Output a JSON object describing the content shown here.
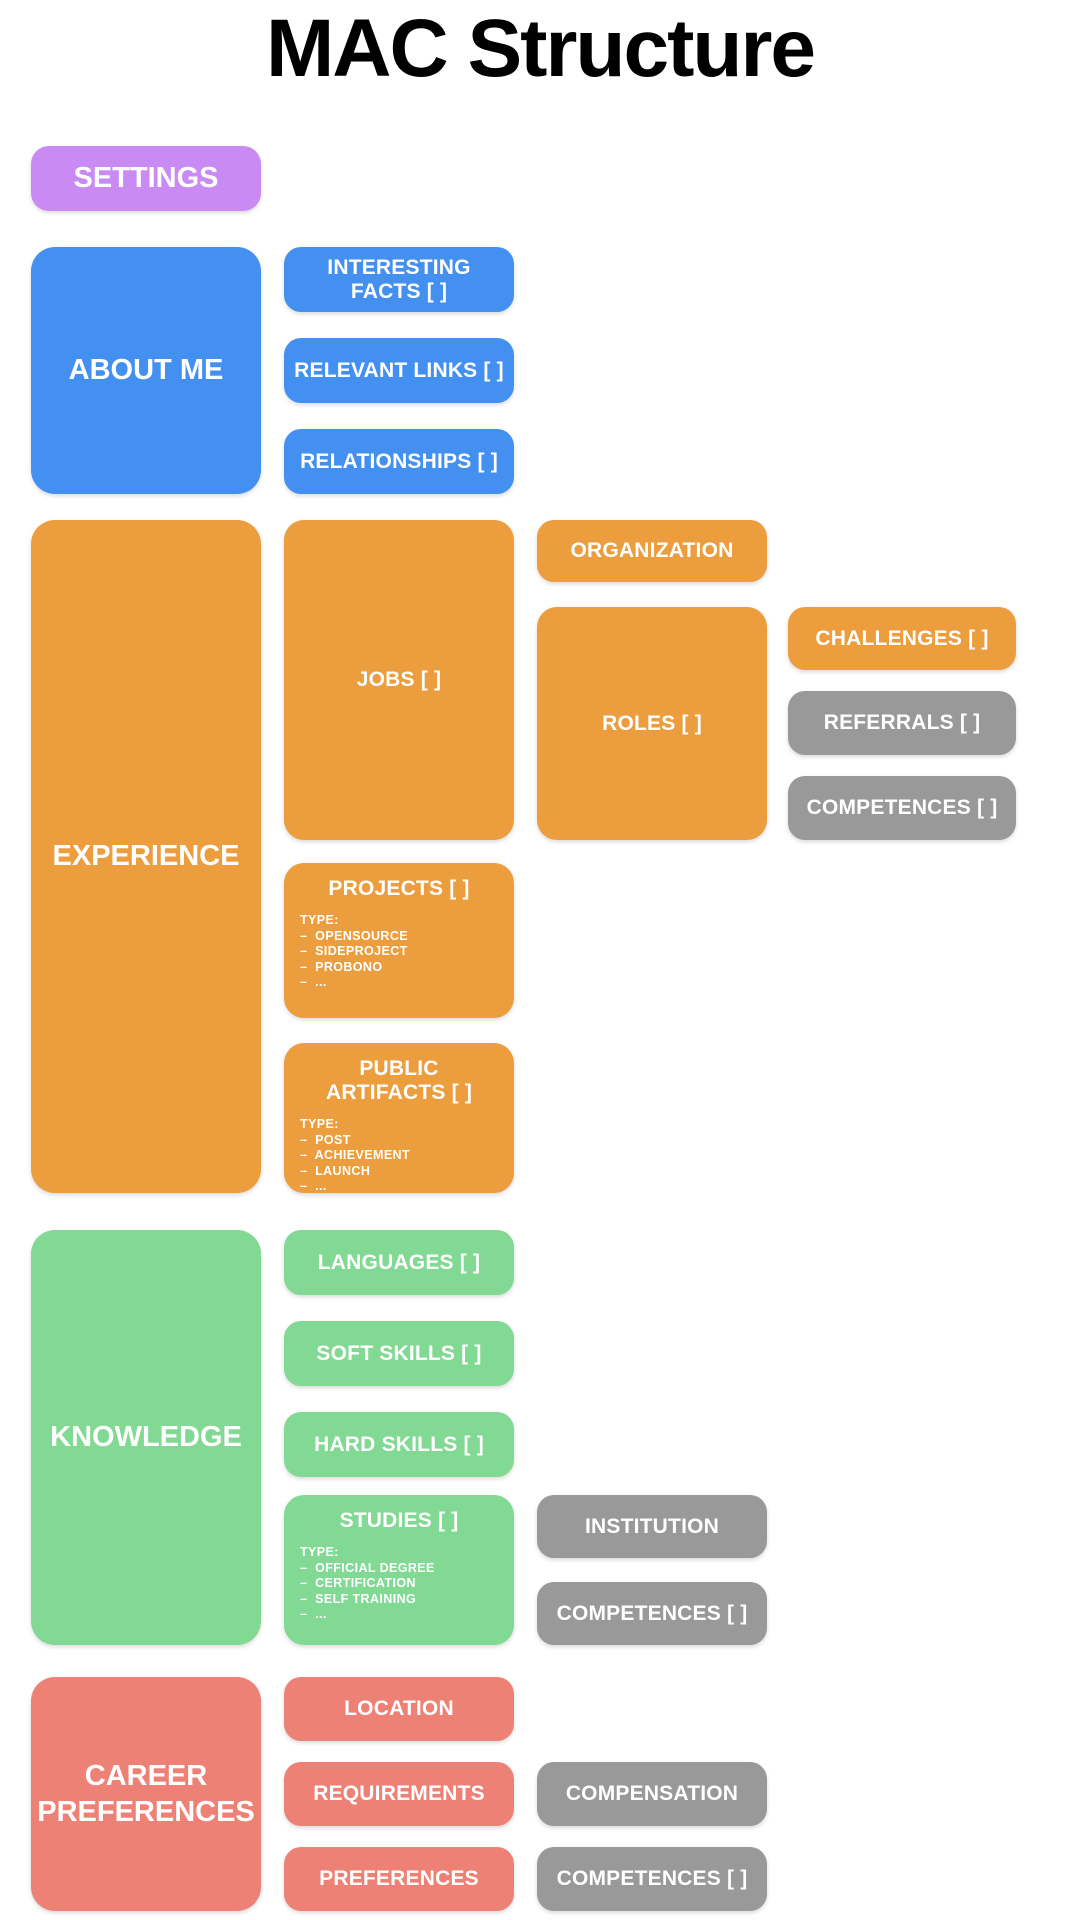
{
  "title": "MAC Structure",
  "colors": {
    "purple": "#C98BF3",
    "blue": "#4490F0",
    "orange": "#EC9D3D",
    "green": "#82D993",
    "red": "#EE8176",
    "gray": "#999999"
  },
  "settings": {
    "label": "SETTINGS"
  },
  "about_me": {
    "label": "ABOUT ME",
    "children": [
      {
        "label": "INTERESTING FACTS [ ]"
      },
      {
        "label": "RELEVANT LINKS [ ]"
      },
      {
        "label": "RELATIONSHIPS [ ]"
      }
    ]
  },
  "experience": {
    "label": "EXPERIENCE",
    "jobs": {
      "label": "JOBS [ ]"
    },
    "organization": {
      "label": "ORGANIZATION"
    },
    "roles": {
      "label": "ROLES [ ]"
    },
    "challenges": {
      "label": "CHALLENGES [ ]"
    },
    "referrals": {
      "label": "REFERRALS [ ]"
    },
    "competences": {
      "label": "COMPETENCES [ ]"
    },
    "projects": {
      "label": "PROJECTS [ ]",
      "lines": [
        "TYPE:",
        "–  OPENSOURCE",
        "–  SIDEPROJECT",
        "–  PROBONO",
        "–  ..."
      ]
    },
    "public_artifacts": {
      "label": "PUBLIC ARTIFACTS [ ]",
      "lines": [
        "TYPE:",
        "–  POST",
        "–  ACHIEVEMENT",
        "–  LAUNCH",
        "–  ..."
      ]
    }
  },
  "knowledge": {
    "label": "KNOWLEDGE",
    "languages": {
      "label": "LANGUAGES [ ]"
    },
    "soft_skills": {
      "label": "SOFT SKILLS [ ]"
    },
    "hard_skills": {
      "label": "HARD SKILLS [ ]"
    },
    "studies": {
      "label": "STUDIES [ ]",
      "lines": [
        "TYPE:",
        "–  OFFICIAL DEGREE",
        "–  CERTIFICATION",
        "–  SELF TRAINING",
        "–  ..."
      ]
    },
    "institution": {
      "label": "INSTITUTION"
    },
    "competences": {
      "label": "COMPETENCES [ ]"
    }
  },
  "career_preferences": {
    "label": "CAREER PREFERENCES",
    "location": {
      "label": "LOCATION"
    },
    "requirements": {
      "label": "REQUIREMENTS"
    },
    "preferences": {
      "label": "PREFERENCES"
    },
    "compensation": {
      "label": "COMPENSATION"
    },
    "competences": {
      "label": "COMPETENCES [ ]"
    }
  }
}
